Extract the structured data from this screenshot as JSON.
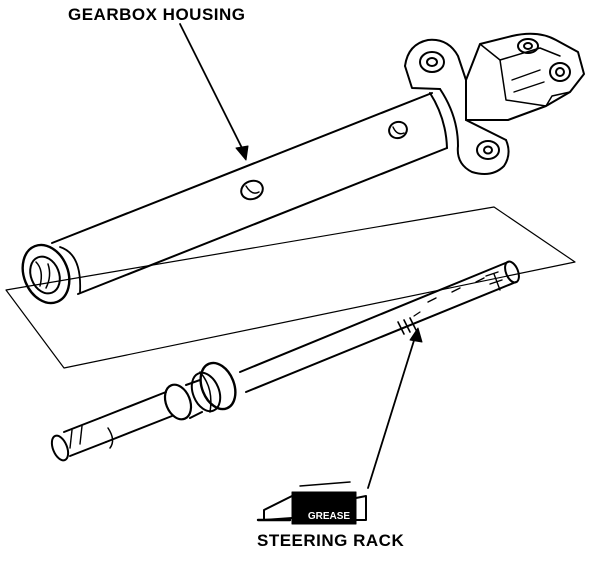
{
  "labels": {
    "gearbox_housing": "GEARBOX HOUSING",
    "steering_rack": "STEERING RACK",
    "grease": "GREASE"
  },
  "colors": {
    "ink": "#000000",
    "paper": "#ffffff"
  }
}
